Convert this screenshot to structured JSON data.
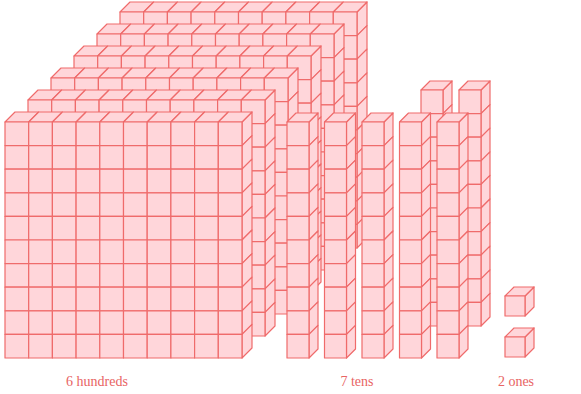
{
  "diagram": {
    "labels": [
      "6 hundreds",
      "7 tens",
      "2 ones"
    ]
  }
}
